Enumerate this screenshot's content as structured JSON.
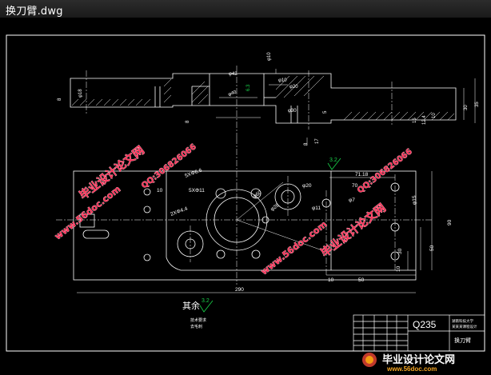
{
  "window": {
    "title": "换刀臂.dwg"
  },
  "colors": {
    "line": "#ffffff",
    "accent_green": "#19d34a",
    "watermark": "#ff2d55"
  },
  "drawing": {
    "dims_top": {
      "d10": "φ10",
      "d42": "φ42",
      "d40": "φ40",
      "d20": "φ20",
      "d10b": "φ10",
      "d30": "φ30",
      "d18": "φ18",
      "r8": "8",
      "r8b": "8",
      "r17": "17",
      "r15": "15",
      "r5": "5",
      "r35": "35",
      "r12": "12.4",
      "r10": "10",
      "r30": "30",
      "n8": "8"
    },
    "dims_main": {
      "hole_a": "5XΦ6.6",
      "hole_b": "5XΦ11",
      "hole_c": "2XΦ4.4",
      "r10": "10",
      "d60": "φ60",
      "d28": "φ28",
      "d20": "φ20",
      "d10": "φ10",
      "d15": "φ15",
      "d11": "φ11",
      "d7": "φ7",
      "x7118": "71.18",
      "v30a": "30",
      "v50": "50",
      "v30b": "30",
      "v10": "10",
      "v90": "90",
      "h10": "10",
      "h50": "50",
      "h70": "70",
      "overall": "290"
    },
    "roughness": {
      "main": "3.2",
      "note_mark": "3.2",
      "top": "6.3"
    },
    "notes": {
      "rest_label": "其余",
      "tech_line1": "技术要求",
      "tech_line2": "去毛刺"
    },
    "title_block": {
      "material": "Q235",
      "part_name": "换刀臂",
      "school_line1": "湖南科技大学",
      "school_line2": "某某某课程设计"
    }
  },
  "watermarks": {
    "brand": "毕业设计论文网",
    "site": "www.56doc.com",
    "qq": "QQ:306826066",
    "corner_brand": "毕业设计论文网",
    "corner_site": "www.56doc.com"
  }
}
